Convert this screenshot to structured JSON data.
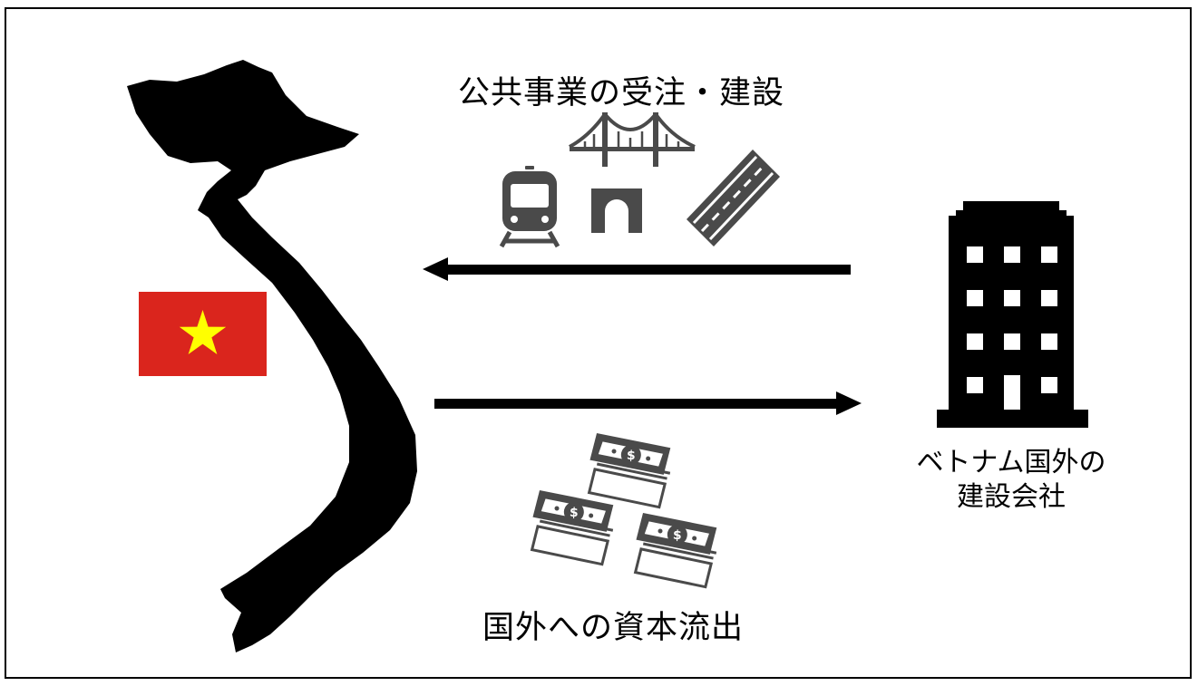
{
  "diagram": {
    "top_caption": "公共事業の受注・建設",
    "bottom_caption": "国外への資本流出",
    "company_label_line1": "ベトナム国外の",
    "company_label_line2": "建設会社",
    "icons": {
      "map": "vietnam-map-icon",
      "flag": "vietnam-flag-icon",
      "train": "train-icon",
      "bridge": "suspension-bridge-icon",
      "tunnel": "tunnel-icon",
      "road": "road-icon",
      "building": "office-building-icon",
      "money": "banknote-icon"
    },
    "colors": {
      "flag_red": "#da251d",
      "flag_star": "#ffff00",
      "icon_gray": "#4a4a4a",
      "map_black": "#000000"
    }
  }
}
